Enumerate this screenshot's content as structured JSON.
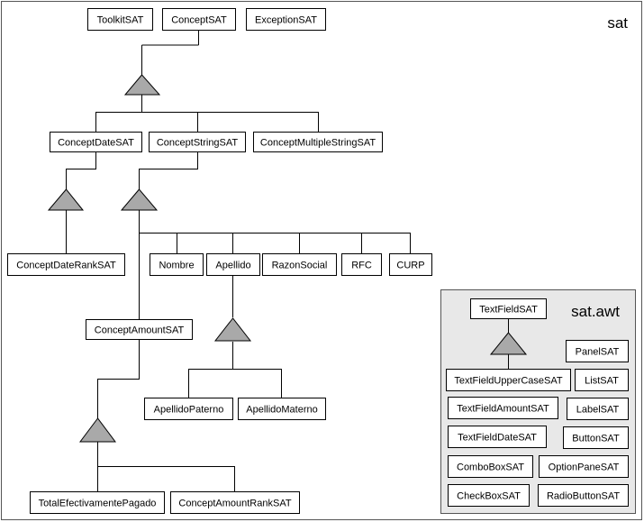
{
  "packages": {
    "sat": "sat",
    "sat_awt": "sat.awt"
  },
  "classes": {
    "toolkit": "ToolkitSAT",
    "concept": "ConceptSAT",
    "exception": "ExceptionSAT",
    "concept_date": "ConceptDateSAT",
    "concept_string": "ConceptStringSAT",
    "concept_multiple_string": "ConceptMultipleStringSAT",
    "concept_date_rank": "ConceptDateRankSAT",
    "nombre": "Nombre",
    "apellido": "Apellido",
    "razon_social": "RazonSocial",
    "rfc": "RFC",
    "curp": "CURP",
    "concept_amount": "ConceptAmountSAT",
    "apellido_paterno": "ApellidoPaterno",
    "apellido_materno": "ApellidoMaterno",
    "total_efectivamente_pagado": "TotalEfectivamentePagado",
    "concept_amount_rank": "ConceptAmountRankSAT"
  },
  "awt_classes": {
    "text_field": "TextFieldSAT",
    "panel": "PanelSAT",
    "text_field_upper_case": "TextFieldUpperCaseSAT",
    "list": "ListSAT",
    "text_field_amount": "TextFieldAmountSAT",
    "label": "LabelSAT",
    "text_field_date": "TextFieldDateSAT",
    "button": "ButtonSAT",
    "combo_box": "ComboBoxSAT",
    "option_pane": "OptionPaneSAT",
    "check_box": "CheckBoxSAT",
    "radio_button": "RadioButtonSAT"
  }
}
